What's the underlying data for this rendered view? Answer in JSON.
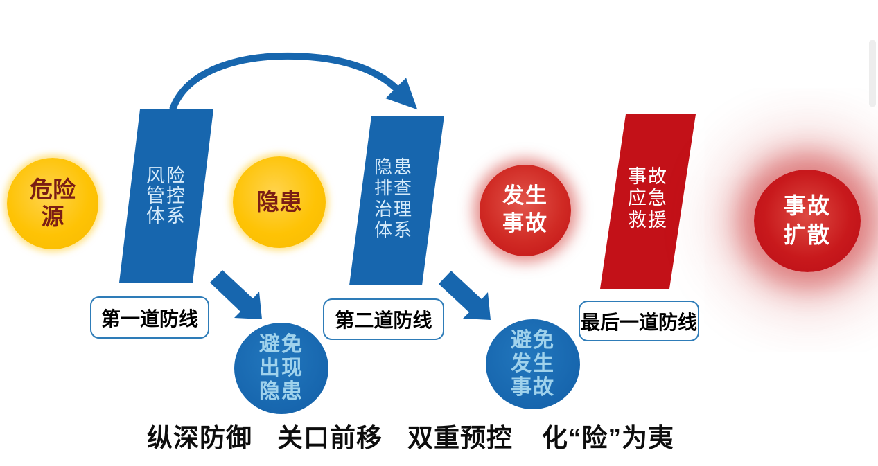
{
  "colors": {
    "blue": "#1766AE",
    "yellow": "#FFC305",
    "red": "#C31118",
    "dark_red_text": "#7B1E14",
    "light_blue_text": "#9FD2EC",
    "label_border_blue": "#2E7CB8"
  },
  "circles": {
    "hazard_source": {
      "line1": "危险",
      "line2": "源"
    },
    "hidden_danger": {
      "line1": "隐患"
    },
    "accident_occurs": {
      "line1": "发生",
      "line2": "事故"
    },
    "accident_spread": {
      "line1": "事故",
      "line2": "扩散"
    },
    "avoid_hidden_danger": {
      "line1": "避免",
      "line2": "出现",
      "line3": "隐患"
    },
    "avoid_accident": {
      "line1": "避免",
      "line2": "发生",
      "line3": "事故"
    }
  },
  "systems": {
    "risk_control": {
      "line1": "风险",
      "line2": "管控",
      "line3": "体系"
    },
    "hazard_inspection": {
      "line1": "隐患",
      "line2": "排查",
      "line3": "治理",
      "line4": "体系"
    },
    "emergency_rescue": {
      "line1": "事故",
      "line2": "应急",
      "line3": "救援"
    }
  },
  "defense_labels": {
    "first": "第一道防线",
    "second": "第二道防线",
    "last": "最后一道防线"
  },
  "slogan": {
    "phrase1": "纵深防御",
    "phrase2": "关口前移",
    "phrase3": "双重预控",
    "phrase4": "化“险”为夷"
  }
}
